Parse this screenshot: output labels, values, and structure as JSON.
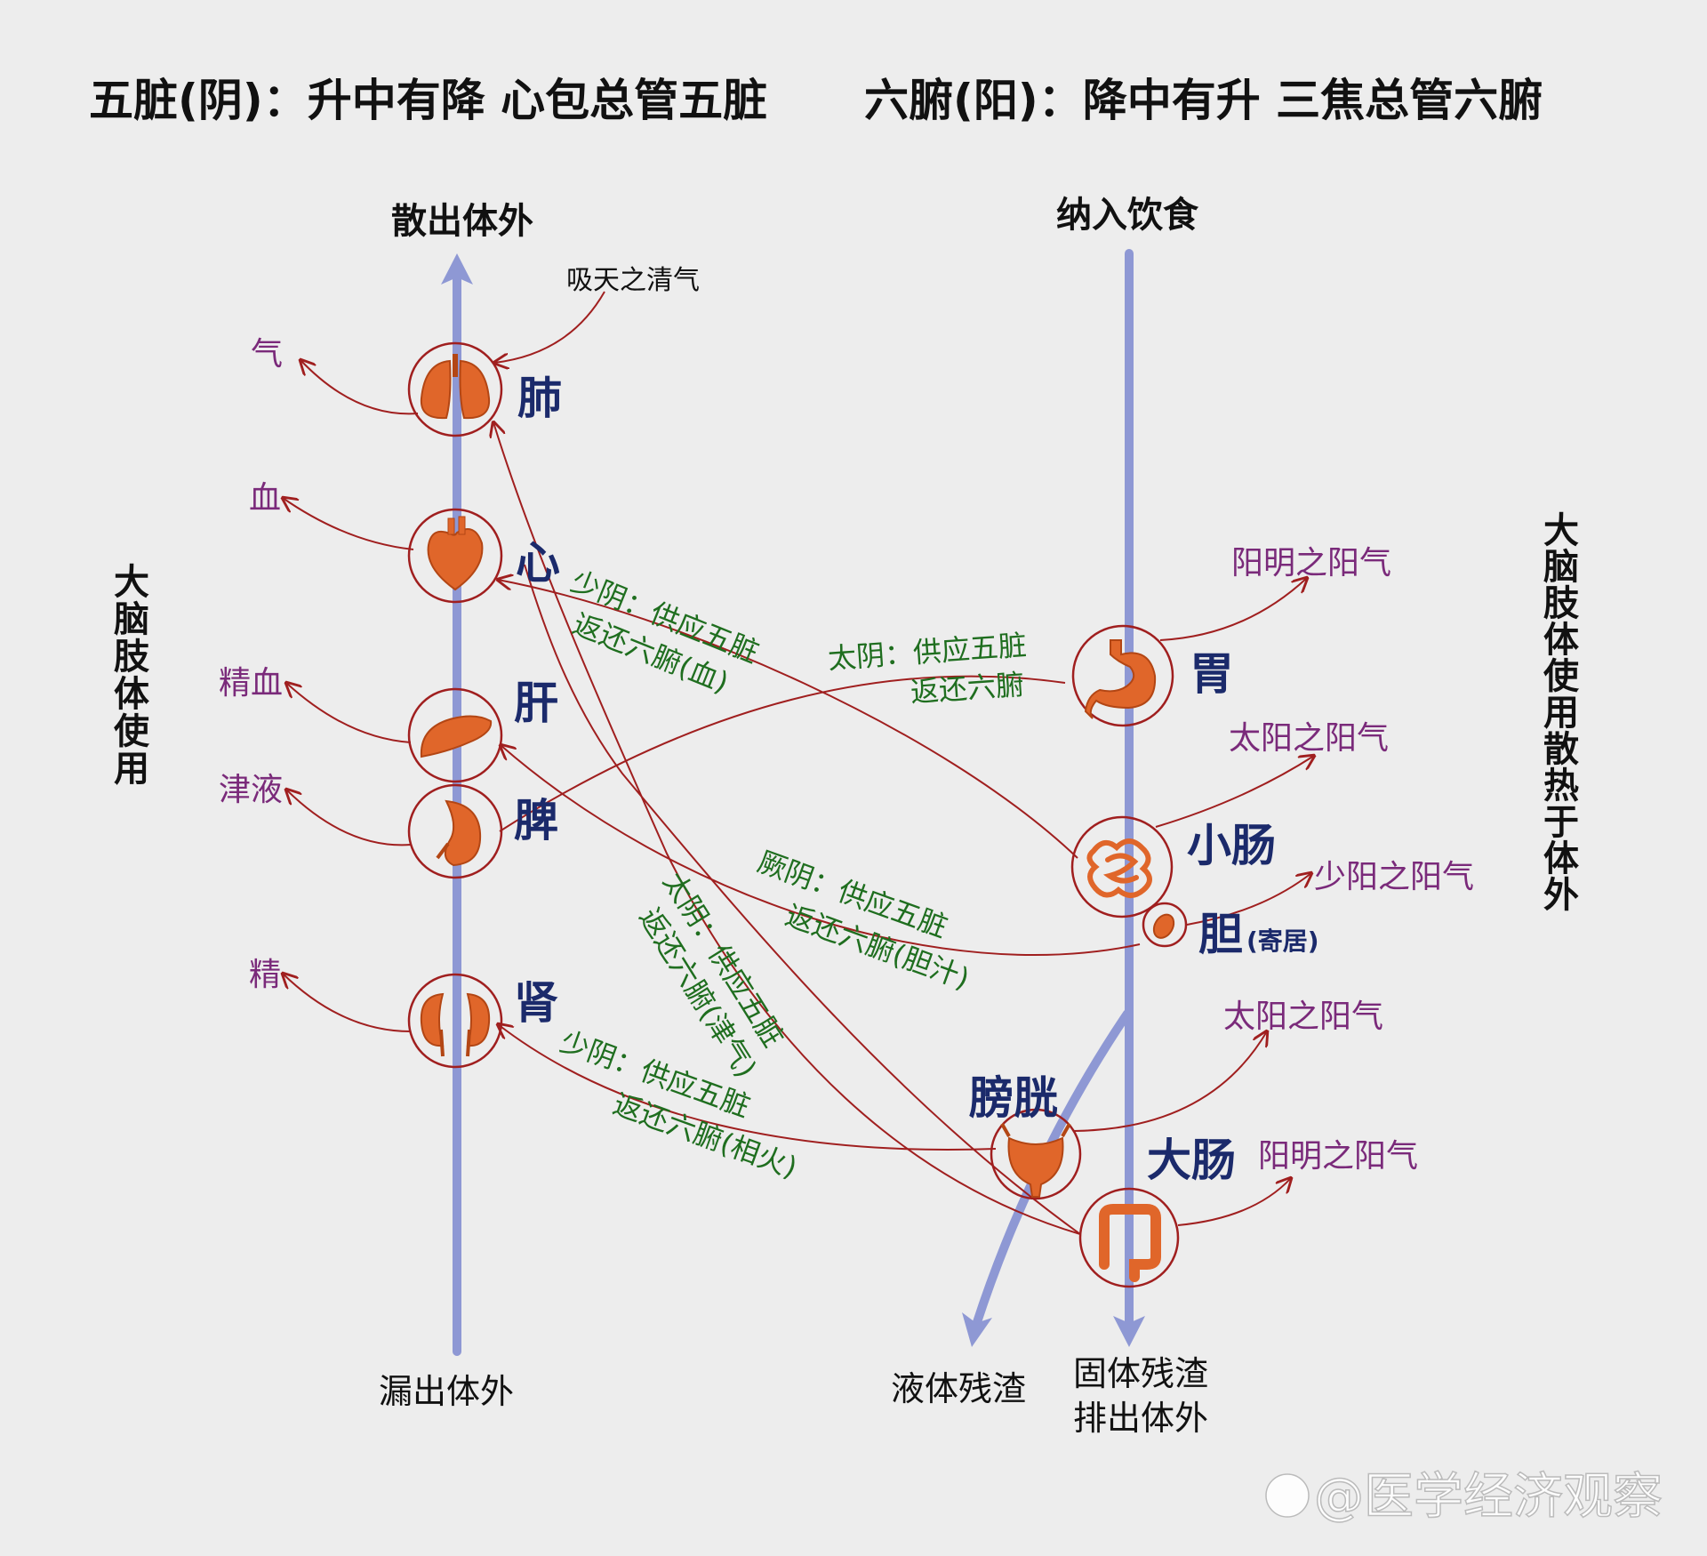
{
  "title": {
    "left": "五脏(阴)：升中有降 心包总管五脏",
    "right": "六腑(阳)：降中有升 三焦总管六腑"
  },
  "left_axis": {
    "top": "散出体外",
    "bottom": "漏出体外"
  },
  "right_axis": {
    "top": "纳入饮食"
  },
  "bottom_labels": {
    "liquid": "液体残渣",
    "solid_line1": "固体残渣",
    "solid_line2": "排出体外"
  },
  "note_top": "吸天之清气",
  "side_left": [
    "大",
    "脑",
    "肢",
    "体",
    "使",
    "用"
  ],
  "side_right": [
    "大",
    "脑",
    "肢",
    "体",
    "使",
    "用",
    "散",
    "热",
    "于",
    "体",
    "外"
  ],
  "zang": {
    "lung": {
      "name": "肺",
      "product": "气",
      "icon": "lung-icon"
    },
    "heart": {
      "name": "心",
      "product": "血",
      "icon": "heart-icon"
    },
    "liver": {
      "name": "肝",
      "product": "精血",
      "icon": "liver-icon"
    },
    "spleen": {
      "name": "脾",
      "product": "津液",
      "icon": "spleen-icon"
    },
    "kidney": {
      "name": "肾",
      "product": "精",
      "icon": "kidney-icon"
    }
  },
  "fu": {
    "stomach": {
      "name": "胃",
      "product": "阳明之阳气",
      "icon": "stomach-icon"
    },
    "small_intestine": {
      "name": "小肠",
      "product": "太阳之阳气",
      "icon": "small-intestine-icon"
    },
    "gallbladder": {
      "name": "胆",
      "suffix": "(寄居)",
      "product": "少阳之阳气",
      "icon": "gallbladder-icon"
    },
    "bladder": {
      "name": "膀胱",
      "product": "太阳之阳气",
      "icon": "bladder-icon"
    },
    "large_intestine": {
      "name": "大肠",
      "product": "阳明之阳气",
      "icon": "large-intestine-icon"
    }
  },
  "channels": {
    "shaoyin_heart": {
      "line1": "少阴：供应五脏",
      "line2": "返还六腑(血)"
    },
    "taiyin_spleen": {
      "line1": "太阴：供应五脏",
      "line2": "返还六腑"
    },
    "jueyin_liver": {
      "line1": "厥阴：供应五脏",
      "line2": "返还六腑(胆汁)"
    },
    "taiyin_lung": {
      "line1": "太阴：供应五脏",
      "line2": "返还六腑(津气)"
    },
    "shaoyin_kidney": {
      "line1": "少阴：供应五脏",
      "line2": "返还六腑(相火)"
    }
  },
  "watermark": "@医学经济观察",
  "colors": {
    "axis": "#8e98d4",
    "organ": "#e0662a",
    "flow": "#a01f1f",
    "product": "#7a2a7a",
    "channel": "#1f6e1f",
    "organ_label": "#1b2a6b"
  }
}
